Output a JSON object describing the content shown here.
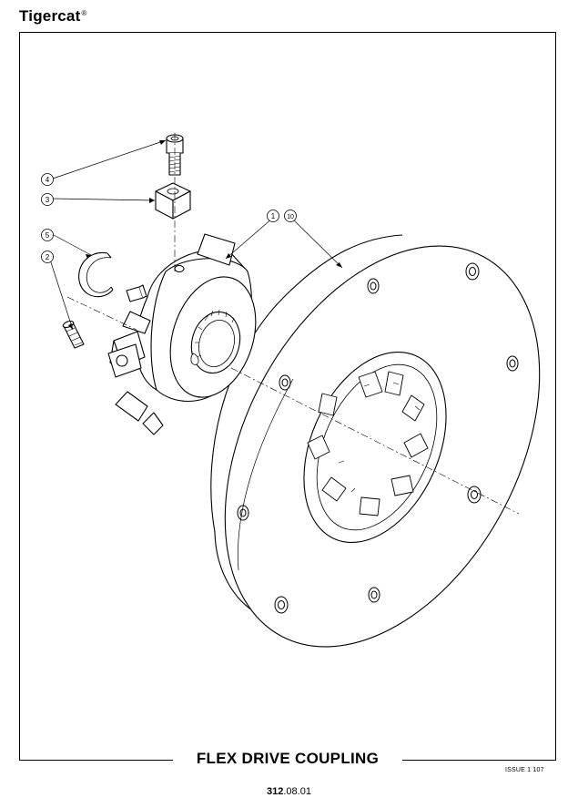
{
  "header": {
    "brand": "Tigercat",
    "brand_mark": "®"
  },
  "figure": {
    "callouts": [
      "4",
      "3",
      "5",
      "2",
      "1",
      "10"
    ]
  },
  "footer": {
    "title": "FLEX DRIVE COUPLING",
    "issue": "ISSUE 1 107",
    "page_bold": "312",
    "page_rest": ".08.01"
  }
}
